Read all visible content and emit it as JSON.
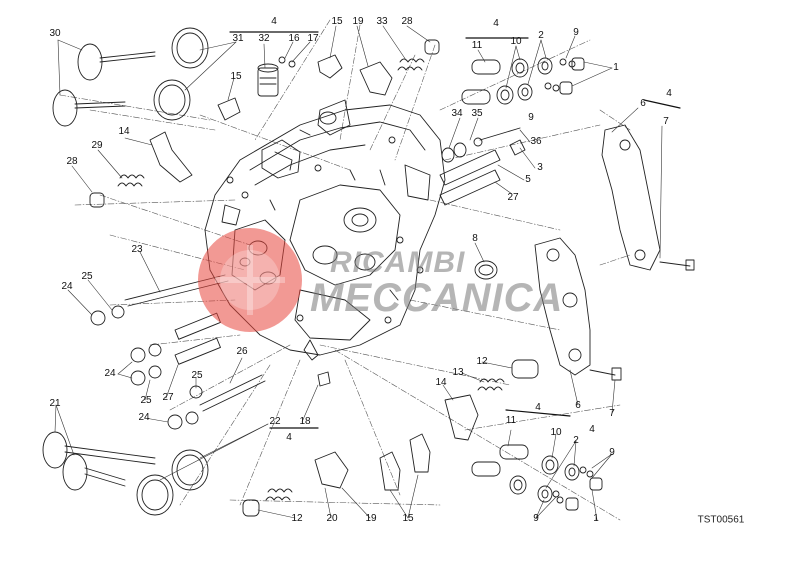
{
  "diagram": {
    "drawing_code": "TST00561",
    "watermark": {
      "line1": "RICAMBI",
      "line2": "MECCANICA",
      "accent_color": "#e8453c"
    },
    "callouts": {
      "c30": "30",
      "c31": "31",
      "c32": "32",
      "c16": "16",
      "c17": "17",
      "c4_top": "4",
      "c15_top": "15",
      "c19_top": "19",
      "c33": "33",
      "c28_top": "28",
      "c4_right_top": "4",
      "c11_top": "11",
      "c10_top": "10",
      "c2_top": "2",
      "c9_top": "9",
      "c1_top": "1",
      "c9_top2": "9",
      "c15_left": "15",
      "c14_top": "14",
      "c29": "29",
      "c28_left": "28",
      "c34": "34",
      "c35": "35",
      "c36": "36",
      "c3": "3",
      "c5": "5",
      "c27_top": "27",
      "c6_top": "6",
      "c4_far_right": "4",
      "c7_top": "7",
      "c23": "23",
      "c25_a": "25",
      "c24_a": "24",
      "c8": "8",
      "c26": "26",
      "c24_b": "24",
      "c25_b": "25",
      "c27_mid": "27",
      "c25_c": "25",
      "c24_c": "24",
      "c12_mid": "12",
      "c13": "13",
      "c14_low": "14",
      "c6_low": "6",
      "c4_low_right": "4",
      "c7_low": "7",
      "c21": "21",
      "c22": "22",
      "c4_low": "4",
      "c18": "18",
      "c4_bottom_right": "4",
      "c11_low": "11",
      "c10_low": "10",
      "c2_low": "2",
      "c9_low": "9",
      "c9_low2": "9",
      "c1_low": "1",
      "c12_bottom": "12",
      "c20": "20",
      "c19_bottom": "19",
      "c15_bottom": "15"
    }
  }
}
